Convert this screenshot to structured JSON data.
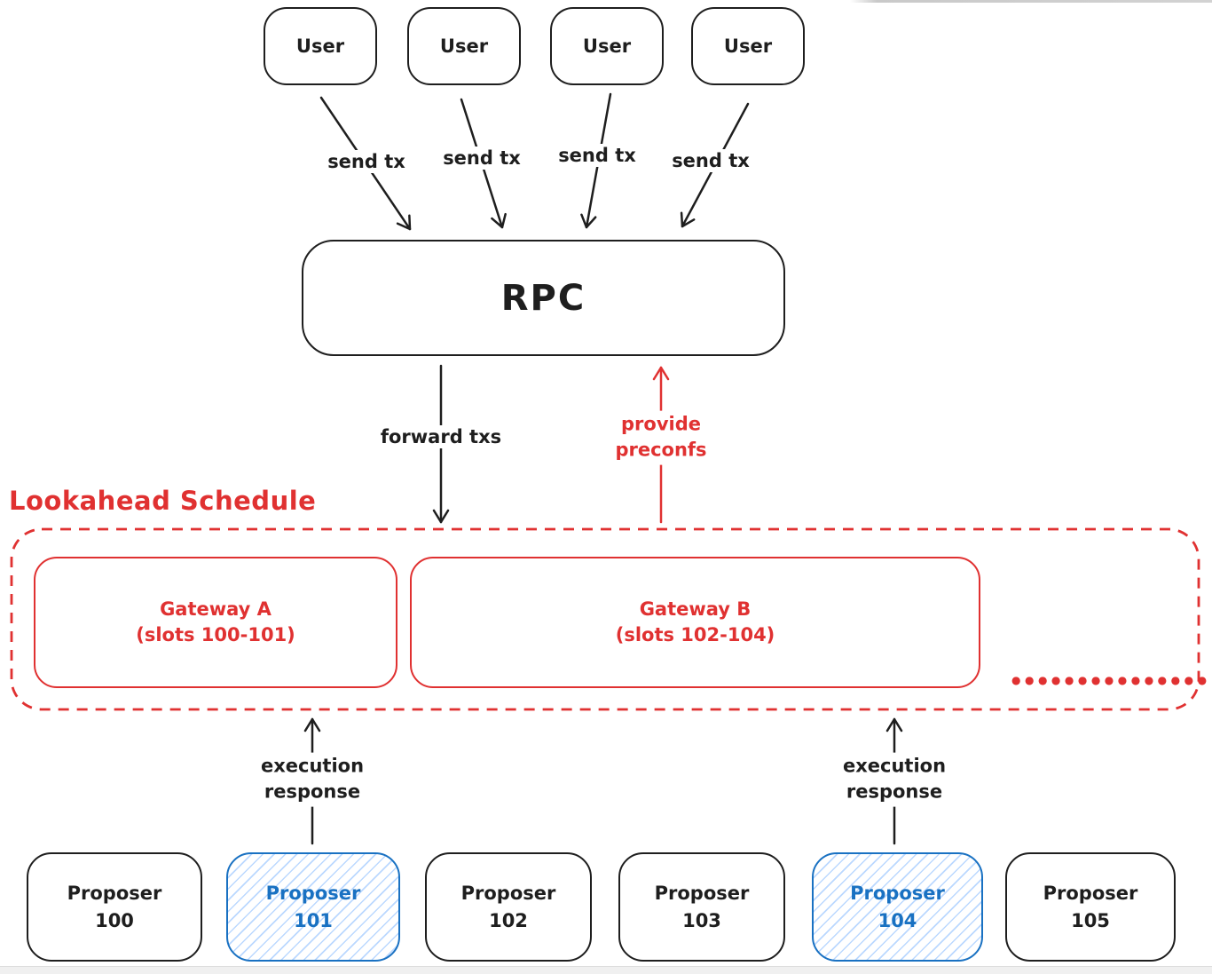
{
  "colors": {
    "ink": "#1e1e1e",
    "red_accent": "#e03131",
    "blue_accent": "#1971c2",
    "hatch_blue": "#a5d8ff",
    "page_bg": "#ffffff",
    "footer_strip": "#f0f0f0"
  },
  "users": [
    {
      "label": "User"
    },
    {
      "label": "User"
    },
    {
      "label": "User"
    },
    {
      "label": "User"
    }
  ],
  "rpc": {
    "label": "RPC"
  },
  "edges": {
    "send_tx": [
      "send tx",
      "send tx",
      "send tx",
      "send tx"
    ],
    "forward_txs": "forward txs",
    "provide_preconfs": {
      "line1": "provide",
      "line2": "preconfs"
    },
    "execution_response_left": {
      "line1": "execution",
      "line2": "response"
    },
    "execution_response_right": {
      "line1": "execution",
      "line2": "response"
    }
  },
  "lookahead": {
    "title": "Lookahead Schedule",
    "gateways": [
      {
        "name": "Gateway A",
        "slots": "(slots 100-101)"
      },
      {
        "name": "Gateway B",
        "slots": "(slots 102-104)"
      }
    ],
    "ellipsis": "●●●●●●●●●●●●●●●"
  },
  "proposers": [
    {
      "name": "Proposer",
      "number": "100",
      "highlighted": false
    },
    {
      "name": "Proposer",
      "number": "101",
      "highlighted": true
    },
    {
      "name": "Proposer",
      "number": "102",
      "highlighted": false
    },
    {
      "name": "Proposer",
      "number": "103",
      "highlighted": false
    },
    {
      "name": "Proposer",
      "number": "104",
      "highlighted": true
    },
    {
      "name": "Proposer",
      "number": "105",
      "highlighted": false
    }
  ]
}
